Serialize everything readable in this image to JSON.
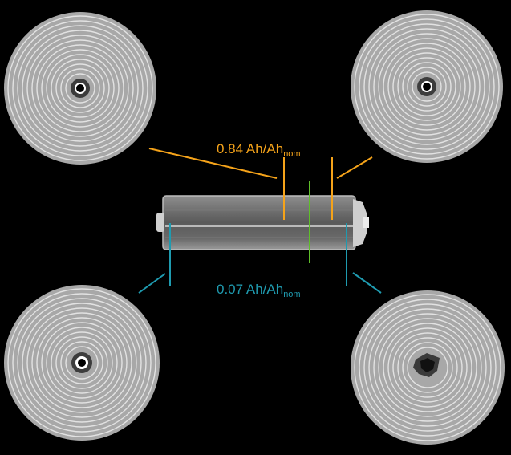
{
  "labels": {
    "orange": {
      "main": "0.84 Ah/Ah",
      "sub": "nom"
    },
    "teal": {
      "main": "0.07 Ah/Ah",
      "sub": "nom"
    }
  },
  "colors": {
    "background": "#000000",
    "orange": "#f5a31a",
    "teal": "#1f9bb0",
    "green": "#5fbf2a"
  }
}
